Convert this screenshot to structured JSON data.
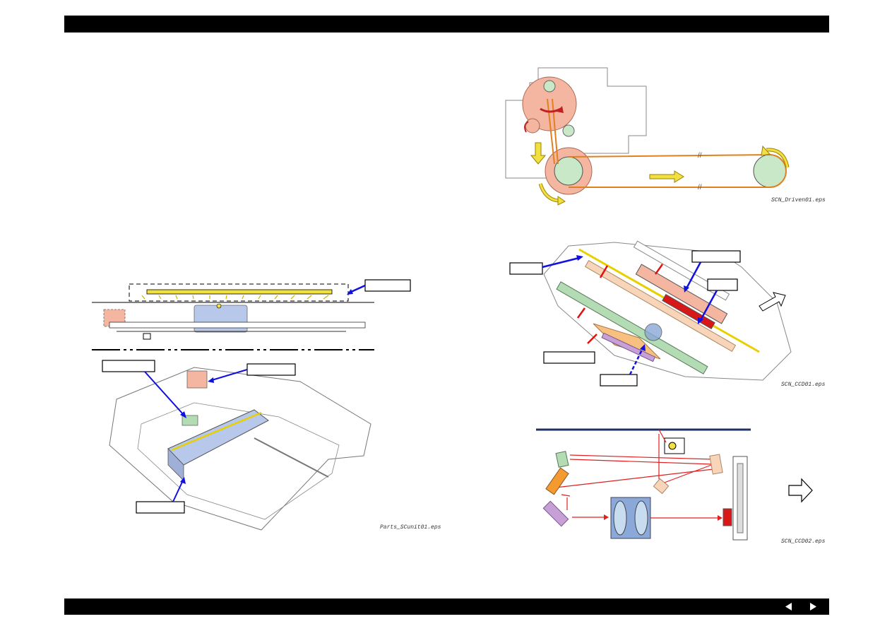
{
  "figures": {
    "scanner_unit": {
      "caption": "Parts_SCunit01.eps"
    },
    "drive_train": {
      "caption": "SCN_Driven01.eps"
    },
    "ccd_unit": {
      "caption": "SCN_CCD01.eps"
    },
    "optical_path": {
      "caption": "SCN_CCD02.eps"
    }
  },
  "navigation": {
    "prev_icon": "left-triangle-icon",
    "next_icon": "right-triangle-icon"
  },
  "colors": {
    "bar": "#000000",
    "arrow_blue": "#1010e0",
    "arrow_red": "#e01010",
    "lamp_yellow": "#f0e040",
    "carriage_blue": "#b8c8ea"
  }
}
